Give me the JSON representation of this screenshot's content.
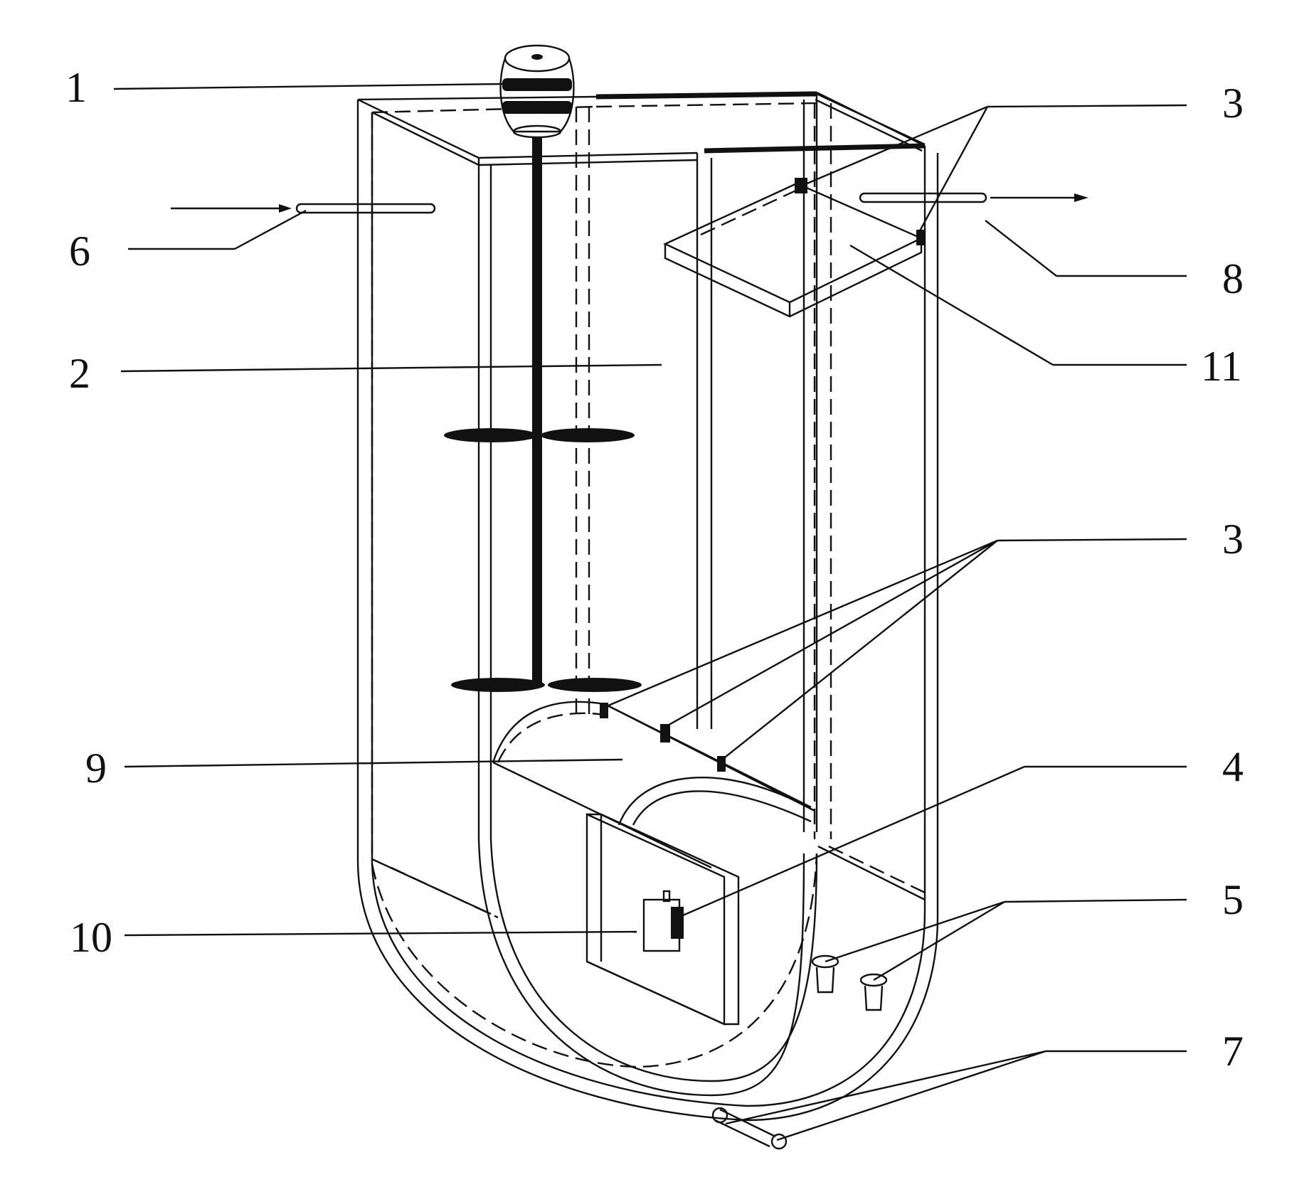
{
  "labels": [
    {
      "id": "motor",
      "text": "1"
    },
    {
      "id": "reactor-zone",
      "text": "2"
    },
    {
      "id": "nozzles-top",
      "text": "3"
    },
    {
      "id": "nozzles-mid",
      "text": "3"
    },
    {
      "id": "sensor",
      "text": "4"
    },
    {
      "id": "aerators",
      "text": "5"
    },
    {
      "id": "inlet",
      "text": "6"
    },
    {
      "id": "drain",
      "text": "7"
    },
    {
      "id": "outlet",
      "text": "8"
    },
    {
      "id": "baffle",
      "text": "9"
    },
    {
      "id": "plate",
      "text": "10"
    },
    {
      "id": "settling-plate",
      "text": "11"
    }
  ]
}
